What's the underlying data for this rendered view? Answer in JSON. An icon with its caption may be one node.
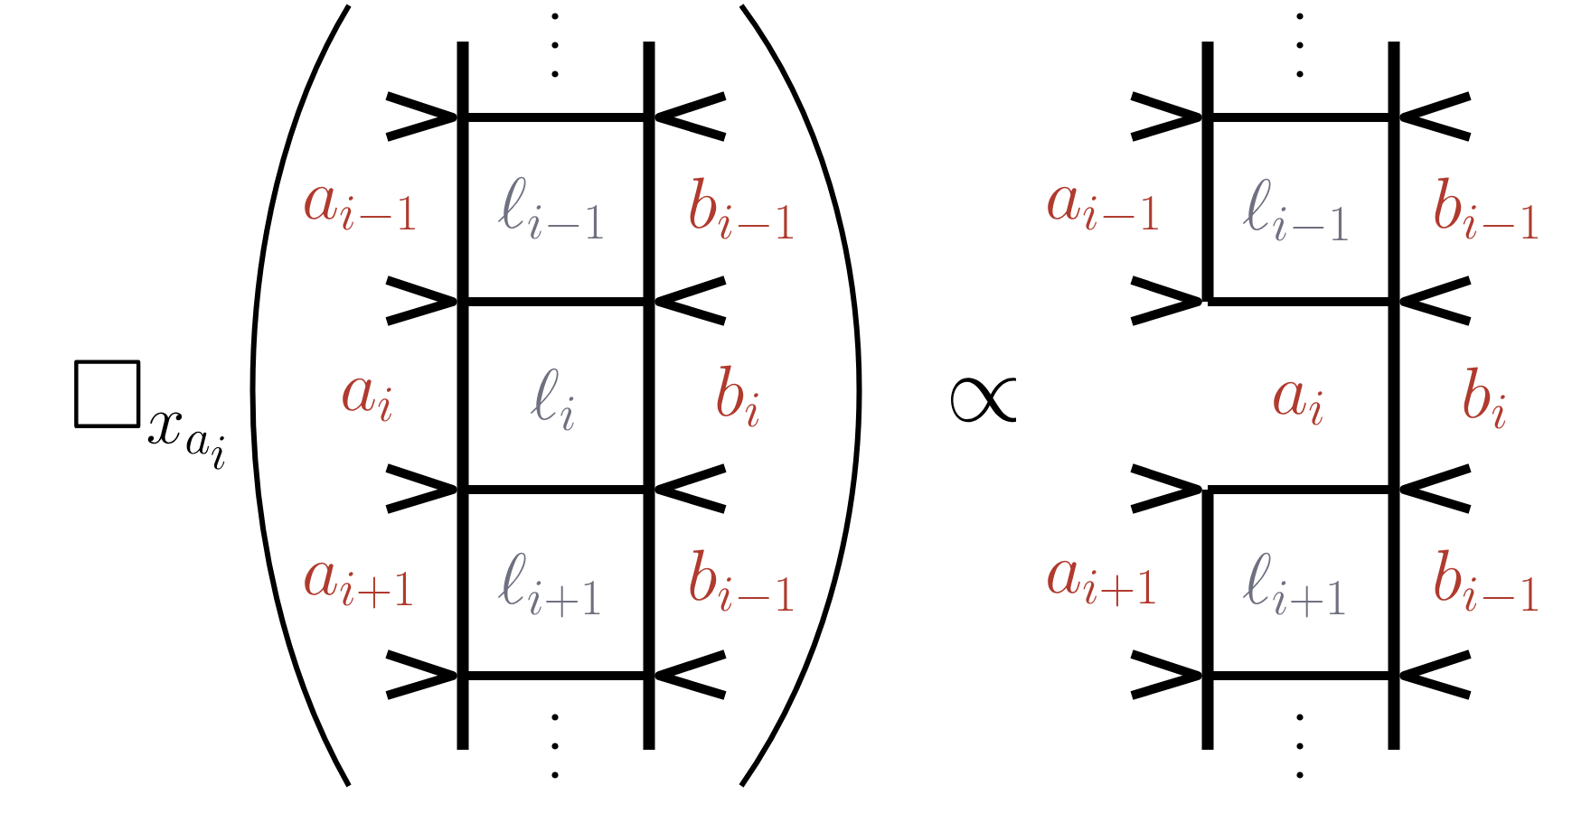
{
  "diagram": {
    "labels": [
      "\\Box_{x_{a_i}}",
      "a_{i-1}",
      "\\ell_{i-1}",
      "b_{i-1}",
      "a_i",
      "\\ell_i",
      "b_i",
      "a_{i+1}",
      "\\ell_{i+1}",
      "b_{i-1}",
      "\\propto",
      "a_{i-1}",
      "\\ell_{i-1}",
      "b_{i-1}",
      "a_i",
      "b_i",
      "a_{i+1}",
      "\\ell_{i+1}",
      "b_{i-1}"
    ]
  }
}
